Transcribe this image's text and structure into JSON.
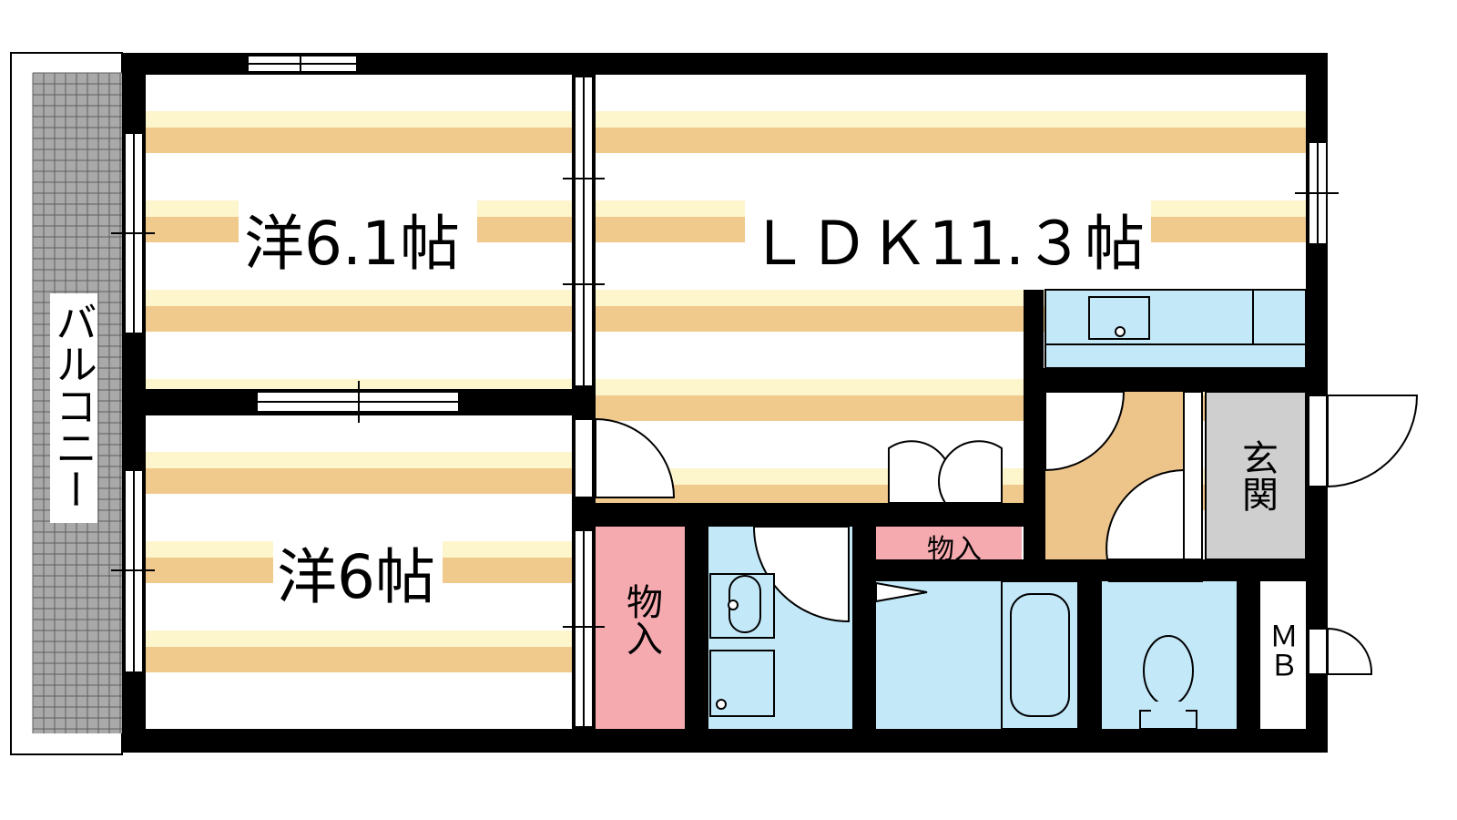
{
  "colors": {
    "wall": "#000000",
    "floor_stripe_light": "#fdf5cc",
    "floor_stripe_dark": "#f0c98c",
    "water": "#c3e9f9",
    "storage": "#f5aaaf",
    "genkan": "#cfcfcf",
    "hall": "#edc48a",
    "balcony_grid": "#9a9a9a",
    "background": "#ffffff"
  },
  "rooms": {
    "western_a": "洋6.1帖",
    "ldk": "ＬＤＫ11.３帖",
    "western_b": "洋6帖",
    "storage_small": "物入",
    "storage_vertical": "物入",
    "entrance": "玄関",
    "meter_box": "ＭＢ",
    "balcony": "バルコニー"
  }
}
